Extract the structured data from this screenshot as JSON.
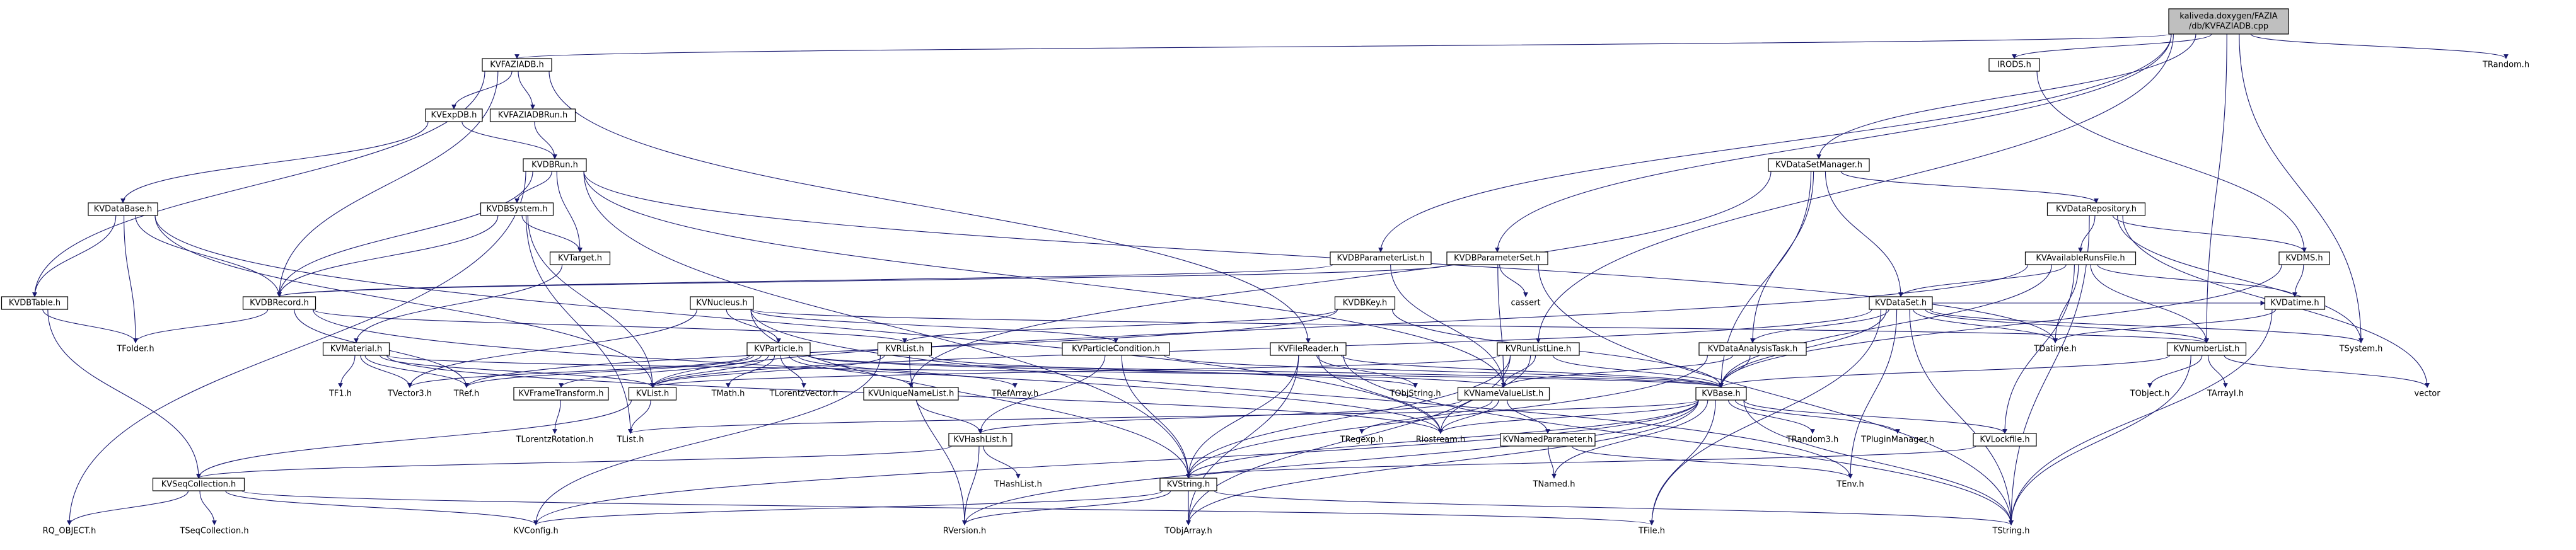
{
  "diagram": {
    "type": "include-dependency-graph",
    "root": "kaliveda.doxygen/FAZIA/db/KVFAZIADB.cpp",
    "colors": {
      "edge": "#191970",
      "root_fill": "#bfbfbf",
      "node_fill": "#ffffff",
      "text": "#000000"
    },
    "nodes": [
      {
        "id": "root",
        "label_lines": [
          "kaliveda.doxygen/FAZIA",
          "/db/KVFAZIADB.cpp"
        ],
        "root": true
      },
      {
        "id": "KVFAZIADB.h",
        "label_lines": [
          "KVFAZIADB.h"
        ]
      },
      {
        "id": "IRODS.h",
        "label_lines": [
          "IRODS.h"
        ]
      },
      {
        "id": "TRandom.h",
        "label_lines": [
          "TRandom.h"
        ],
        "leaf": true
      },
      {
        "id": "KVExpDB.h",
        "label_lines": [
          "KVExpDB.h"
        ]
      },
      {
        "id": "KVFAZIADBRun.h",
        "label_lines": [
          "KVFAZIADBRun.h"
        ]
      },
      {
        "id": "KVDBRun.h",
        "label_lines": [
          "KVDBRun.h"
        ]
      },
      {
        "id": "KVDataSetManager.h",
        "label_lines": [
          "KVDataSetManager.h"
        ]
      },
      {
        "id": "KVDataBase.h",
        "label_lines": [
          "KVDataBase.h"
        ]
      },
      {
        "id": "KVDBSystem.h",
        "label_lines": [
          "KVDBSystem.h"
        ]
      },
      {
        "id": "KVDataRepository.h",
        "label_lines": [
          "KVDataRepository.h"
        ]
      },
      {
        "id": "KVDBParameterList.h",
        "label_lines": [
          "KVDBParameterList.h"
        ]
      },
      {
        "id": "KVDBParameterSet.h",
        "label_lines": [
          "KVDBParameterSet.h"
        ]
      },
      {
        "id": "KVTarget.h",
        "label_lines": [
          "KVTarget.h"
        ]
      },
      {
        "id": "KVAvailableRunsFile.h",
        "label_lines": [
          "KVAvailableRunsFile.h"
        ]
      },
      {
        "id": "KVDMS.h",
        "label_lines": [
          "KVDMS.h"
        ]
      },
      {
        "id": "KVDBTable.h",
        "label_lines": [
          "KVDBTable.h"
        ]
      },
      {
        "id": "KVDBRecord.h",
        "label_lines": [
          "KVDBRecord.h"
        ]
      },
      {
        "id": "KVNucleus.h",
        "label_lines": [
          "KVNucleus.h"
        ]
      },
      {
        "id": "KVDBKey.h",
        "label_lines": [
          "KVDBKey.h"
        ]
      },
      {
        "id": "cassert",
        "label_lines": [
          "cassert"
        ],
        "leaf": true
      },
      {
        "id": "KVDataSet.h",
        "label_lines": [
          "KVDataSet.h"
        ]
      },
      {
        "id": "KVDatime.h",
        "label_lines": [
          "KVDatime.h"
        ]
      },
      {
        "id": "TFolder.h",
        "label_lines": [
          "TFolder.h"
        ],
        "leaf": true
      },
      {
        "id": "KVMaterial.h",
        "label_lines": [
          "KVMaterial.h"
        ]
      },
      {
        "id": "KVParticle.h",
        "label_lines": [
          "KVParticle.h"
        ]
      },
      {
        "id": "KVParticleCondition.h",
        "label_lines": [
          "KVParticleCondition.h"
        ]
      },
      {
        "id": "KVRList.h",
        "label_lines": [
          "KVRList.h"
        ]
      },
      {
        "id": "KVFileReader.h",
        "label_lines": [
          "KVFileReader.h"
        ]
      },
      {
        "id": "KVRunListLine.h",
        "label_lines": [
          "KVRunListLine.h"
        ]
      },
      {
        "id": "KVDataAnalysisTask.h",
        "label_lines": [
          "KVDataAnalysisTask.h"
        ]
      },
      {
        "id": "TDatime.h",
        "label_lines": [
          "TDatime.h"
        ],
        "leaf": true
      },
      {
        "id": "KVNumberList.h",
        "label_lines": [
          "KVNumberList.h"
        ]
      },
      {
        "id": "TSystem.h",
        "label_lines": [
          "TSystem.h"
        ],
        "leaf": true
      },
      {
        "id": "TF1.h",
        "label_lines": [
          "TF1.h"
        ],
        "leaf": true
      },
      {
        "id": "TVector3.h",
        "label_lines": [
          "TVector3.h"
        ],
        "leaf": true
      },
      {
        "id": "TRef.h",
        "label_lines": [
          "TRef.h"
        ],
        "leaf": true
      },
      {
        "id": "KVFrameTransform.h",
        "label_lines": [
          "KVFrameTransform.h"
        ]
      },
      {
        "id": "KVList.h",
        "label_lines": [
          "KVList.h"
        ]
      },
      {
        "id": "TMath.h",
        "label_lines": [
          "TMath.h"
        ],
        "leaf": true
      },
      {
        "id": "TLorentzVector.h",
        "label_lines": [
          "TLorentzVector.h"
        ],
        "leaf": true
      },
      {
        "id": "KVUniqueNameList.h",
        "label_lines": [
          "KVUniqueNameList.h"
        ]
      },
      {
        "id": "TRefArray.h",
        "label_lines": [
          "TRefArray.h"
        ],
        "leaf": true
      },
      {
        "id": "TObjString.h",
        "label_lines": [
          "TObjString.h"
        ],
        "leaf": true
      },
      {
        "id": "KVNameValueList.h",
        "label_lines": [
          "KVNameValueList.h"
        ]
      },
      {
        "id": "KVBase.h",
        "label_lines": [
          "KVBase.h"
        ]
      },
      {
        "id": "TObject.h",
        "label_lines": [
          "TObject.h"
        ],
        "leaf": true
      },
      {
        "id": "TArrayI.h",
        "label_lines": [
          "TArrayI.h"
        ],
        "leaf": true
      },
      {
        "id": "vector",
        "label_lines": [
          "vector"
        ],
        "leaf": true
      },
      {
        "id": "TLorentzRotation.h",
        "label_lines": [
          "TLorentzRotation.h"
        ],
        "leaf": true
      },
      {
        "id": "TList.h",
        "label_lines": [
          "TList.h"
        ],
        "leaf": true
      },
      {
        "id": "Riostream.h",
        "label_lines": [
          "Riostream.h"
        ],
        "leaf": true
      },
      {
        "id": "TRegexp.h",
        "label_lines": [
          "TRegexp.h"
        ],
        "leaf": true
      },
      {
        "id": "KVNamedParameter.h",
        "label_lines": [
          "KVNamedParameter.h"
        ]
      },
      {
        "id": "TRandom3.h",
        "label_lines": [
          "TRandom3.h"
        ],
        "leaf": true
      },
      {
        "id": "TPluginManager.h",
        "label_lines": [
          "TPluginManager.h"
        ],
        "leaf": true
      },
      {
        "id": "KVLockfile.h",
        "label_lines": [
          "KVLockfile.h"
        ]
      },
      {
        "id": "KVHashList.h",
        "label_lines": [
          "KVHashList.h"
        ]
      },
      {
        "id": "THashList.h",
        "label_lines": [
          "THashList.h"
        ],
        "leaf": true
      },
      {
        "id": "KVSeqCollection.h",
        "label_lines": [
          "KVSeqCollection.h"
        ]
      },
      {
        "id": "KVString.h",
        "label_lines": [
          "KVString.h"
        ]
      },
      {
        "id": "TNamed.h",
        "label_lines": [
          "TNamed.h"
        ],
        "leaf": true
      },
      {
        "id": "TEnv.h",
        "label_lines": [
          "TEnv.h"
        ],
        "leaf": true
      },
      {
        "id": "RQ_OBJECT.h",
        "label_lines": [
          "RQ_OBJECT.h"
        ],
        "leaf": true
      },
      {
        "id": "TSeqCollection.h",
        "label_lines": [
          "TSeqCollection.h"
        ],
        "leaf": true
      },
      {
        "id": "KVConfig.h",
        "label_lines": [
          "KVConfig.h"
        ],
        "leaf": true
      },
      {
        "id": "RVersion.h",
        "label_lines": [
          "RVersion.h"
        ],
        "leaf": true
      },
      {
        "id": "TObjArray.h",
        "label_lines": [
          "TObjArray.h"
        ],
        "leaf": true
      },
      {
        "id": "TFile.h",
        "label_lines": [
          "TFile.h"
        ],
        "leaf": true
      },
      {
        "id": "TString.h",
        "label_lines": [
          "TString.h"
        ],
        "leaf": true
      }
    ],
    "edges": [
      [
        "root",
        "KVFAZIADB.h"
      ],
      [
        "root",
        "IRODS.h"
      ],
      [
        "root",
        "TRandom.h"
      ],
      [
        "root",
        "KVDataSetManager.h"
      ],
      [
        "root",
        "KVDBParameterSet.h"
      ],
      [
        "root",
        "KVDBParameterList.h"
      ],
      [
        "root",
        "KVRunListLine.h"
      ],
      [
        "root",
        "TSystem.h"
      ],
      [
        "root",
        "KVNumberList.h"
      ],
      [
        "KVFAZIADB.h",
        "KVExpDB.h"
      ],
      [
        "KVFAZIADB.h",
        "KVFAZIADBRun.h"
      ],
      [
        "KVFAZIADB.h",
        "KVDBTable.h"
      ],
      [
        "KVFAZIADB.h",
        "KVDBRecord.h"
      ],
      [
        "KVFAZIADB.h",
        "KVFileReader.h"
      ],
      [
        "IRODS.h",
        "KVDMS.h"
      ],
      [
        "KVExpDB.h",
        "KVDBRun.h"
      ],
      [
        "KVExpDB.h",
        "KVDataBase.h"
      ],
      [
        "KVFAZIADBRun.h",
        "KVDBRun.h"
      ],
      [
        "KVDBRun.h",
        "KVDBSystem.h"
      ],
      [
        "KVDBRun.h",
        "KVDBRecord.h"
      ],
      [
        "KVDBRun.h",
        "KVTarget.h"
      ],
      [
        "KVDBRun.h",
        "KVNameValueList.h"
      ],
      [
        "KVDBRun.h",
        "TDatime.h"
      ],
      [
        "KVDBRun.h",
        "KVString.h"
      ],
      [
        "KVDBRun.h",
        "RQ_OBJECT.h"
      ],
      [
        "KVDataBase.h",
        "KVDBTable.h"
      ],
      [
        "KVDataBase.h",
        "KVDBRecord.h"
      ],
      [
        "KVDataBase.h",
        "TFolder.h"
      ],
      [
        "KVDataBase.h",
        "Riostream.h"
      ],
      [
        "KVDataBase.h",
        "KVList.h"
      ],
      [
        "KVDBSystem.h",
        "KVDBRecord.h"
      ],
      [
        "KVDBSystem.h",
        "KVTarget.h"
      ],
      [
        "KVDBSystem.h",
        "KVList.h"
      ],
      [
        "KVDBSystem.h",
        "TList.h"
      ],
      [
        "KVDataSetManager.h",
        "KVDataRepository.h"
      ],
      [
        "KVDataSetManager.h",
        "KVDataSet.h"
      ],
      [
        "KVDataSetManager.h",
        "KVDataAnalysisTask.h"
      ],
      [
        "KVDataSetManager.h",
        "KVUniqueNameList.h"
      ],
      [
        "KVDataSetManager.h",
        "KVBase.h"
      ],
      [
        "KVDataRepository.h",
        "KVAvailableRunsFile.h"
      ],
      [
        "KVDataRepository.h",
        "KVDMS.h"
      ],
      [
        "KVDataRepository.h",
        "TSystem.h"
      ],
      [
        "KVDataRepository.h",
        "vector"
      ],
      [
        "KVDataRepository.h",
        "TString.h"
      ],
      [
        "KVDBParameterList.h",
        "KVDBRecord.h"
      ],
      [
        "KVDBParameterList.h",
        "KVNameValueList.h"
      ],
      [
        "KVDBParameterSet.h",
        "KVDBRecord.h"
      ],
      [
        "KVDBParameterSet.h",
        "cassert"
      ],
      [
        "KVDBParameterSet.h",
        "KVNameValueList.h"
      ],
      [
        "KVDBParameterSet.h",
        "TString.h"
      ],
      [
        "KVTarget.h",
        "KVMaterial.h"
      ],
      [
        "KVAvailableRunsFile.h",
        "KVDataSet.h"
      ],
      [
        "KVAvailableRunsFile.h",
        "KVDatime.h"
      ],
      [
        "KVAvailableRunsFile.h",
        "KVNumberList.h"
      ],
      [
        "KVAvailableRunsFile.h",
        "KVBase.h"
      ],
      [
        "KVAvailableRunsFile.h",
        "KVLockfile.h"
      ],
      [
        "KVAvailableRunsFile.h",
        "TDatime.h"
      ],
      [
        "KVAvailableRunsFile.h",
        "KVList.h"
      ],
      [
        "KVDMS.h",
        "KVDatime.h"
      ],
      [
        "KVDMS.h",
        "KVBase.h"
      ],
      [
        "KVDBTable.h",
        "TFolder.h"
      ],
      [
        "KVDBTable.h",
        "KVSeqCollection.h"
      ],
      [
        "KVDBRecord.h",
        "TFolder.h"
      ],
      [
        "KVDBRecord.h",
        "KVRList.h"
      ],
      [
        "KVDBRecord.h",
        "TRef.h"
      ],
      [
        "KVDBRecord.h",
        "Riostream.h"
      ],
      [
        "KVNucleus.h",
        "KVParticle.h"
      ],
      [
        "KVNucleus.h",
        "KVParticleCondition.h"
      ],
      [
        "KVNucleus.h",
        "KVNumberList.h"
      ],
      [
        "KVNucleus.h",
        "TVector3.h"
      ],
      [
        "KVNucleus.h",
        "KVString.h"
      ],
      [
        "KVNucleus.h",
        "TEnv.h"
      ],
      [
        "KVDBKey.h",
        "KVRList.h"
      ],
      [
        "KVDBKey.h",
        "KVBase.h"
      ],
      [
        "KVDBKey.h",
        "TRef.h"
      ],
      [
        "KVDataSet.h",
        "KVDataAnalysisTask.h"
      ],
      [
        "KVDataSet.h",
        "KVNumberList.h"
      ],
      [
        "KVDataSet.h",
        "KVDatime.h"
      ],
      [
        "KVDataSet.h",
        "TDatime.h"
      ],
      [
        "KVDataSet.h",
        "KVBase.h"
      ],
      [
        "KVDataSet.h",
        "KVList.h"
      ],
      [
        "KVDataSet.h",
        "TSystem.h"
      ],
      [
        "KVDataSet.h",
        "TFile.h"
      ],
      [
        "KVDataSet.h",
        "TEnv.h"
      ],
      [
        "KVDataSet.h",
        "TString.h"
      ],
      [
        "KVDatime.h",
        "TDatime.h"
      ],
      [
        "KVDatime.h",
        "TString.h"
      ],
      [
        "KVMaterial.h",
        "TF1.h"
      ],
      [
        "KVMaterial.h",
        "TVector3.h"
      ],
      [
        "KVMaterial.h",
        "TRef.h"
      ],
      [
        "KVMaterial.h",
        "KVList.h"
      ],
      [
        "KVMaterial.h",
        "KVBase.h"
      ],
      [
        "KVMaterial.h",
        "Riostream.h"
      ],
      [
        "KVParticle.h",
        "TVector3.h"
      ],
      [
        "KVParticle.h",
        "TRef.h"
      ],
      [
        "KVParticle.h",
        "KVFrameTransform.h"
      ],
      [
        "KVParticle.h",
        "KVList.h"
      ],
      [
        "KVParticle.h",
        "TMath.h"
      ],
      [
        "KVParticle.h",
        "TLorentzVector.h"
      ],
      [
        "KVParticle.h",
        "KVUniqueNameList.h"
      ],
      [
        "KVParticle.h",
        "TRefArray.h"
      ],
      [
        "KVParticle.h",
        "KVNameValueList.h"
      ],
      [
        "KVParticle.h",
        "KVBase.h"
      ],
      [
        "KVParticleCondition.h",
        "KVBase.h"
      ],
      [
        "KVParticleCondition.h",
        "KVString.h"
      ],
      [
        "KVParticleCondition.h",
        "KVHashList.h"
      ],
      [
        "KVRList.h",
        "KVList.h"
      ],
      [
        "KVRList.h",
        "KVConfig.h"
      ],
      [
        "KVRList.h",
        "RVersion.h"
      ],
      [
        "KVRList.h",
        "TObjString.h"
      ],
      [
        "KVFileReader.h",
        "KVBase.h"
      ],
      [
        "KVFileReader.h",
        "TObjString.h"
      ],
      [
        "KVFileReader.h",
        "KVString.h"
      ],
      [
        "KVFileReader.h",
        "Riostream.h"
      ],
      [
        "KVFileReader.h",
        "TObjArray.h"
      ],
      [
        "KVFileReader.h",
        "TString.h"
      ],
      [
        "KVRunListLine.h",
        "KVNameValueList.h"
      ],
      [
        "KVRunListLine.h",
        "KVBase.h"
      ],
      [
        "KVRunListLine.h",
        "KVString.h"
      ],
      [
        "KVRunListLine.h",
        "Riostream.h"
      ],
      [
        "KVRunListLine.h",
        "KVList.h"
      ],
      [
        "KVRunListLine.h",
        "TObjArray.h"
      ],
      [
        "KVDataAnalysisTask.h",
        "KVBase.h"
      ],
      [
        "KVDataAnalysisTask.h",
        "KVString.h"
      ],
      [
        "KVDataAnalysisTask.h",
        "KVNameValueList.h"
      ],
      [
        "KVNumberList.h",
        "TObject.h"
      ],
      [
        "KVNumberList.h",
        "TArrayI.h"
      ],
      [
        "KVNumberList.h",
        "vector"
      ],
      [
        "KVNumberList.h",
        "TString.h"
      ],
      [
        "KVNumberList.h",
        "KVBase.h"
      ],
      [
        "KVFrameTransform.h",
        "TLorentzRotation.h"
      ],
      [
        "KVList.h",
        "TList.h"
      ],
      [
        "KVList.h",
        "KVSeqCollection.h"
      ],
      [
        "KVUniqueNameList.h",
        "KVHashList.h"
      ],
      [
        "KVNameValueList.h",
        "KVHashList.h"
      ],
      [
        "KVNameValueList.h",
        "TRegexp.h"
      ],
      [
        "KVNameValueList.h",
        "KVNamedParameter.h"
      ],
      [
        "KVNameValueList.h",
        "Riostream.h"
      ],
      [
        "KVBase.h",
        "KVString.h"
      ],
      [
        "KVBase.h",
        "TNamed.h"
      ],
      [
        "KVBase.h",
        "TRandom3.h"
      ],
      [
        "KVBase.h",
        "TPluginManager.h"
      ],
      [
        "KVBase.h",
        "KVLockfile.h"
      ],
      [
        "KVBase.h",
        "KVConfig.h"
      ],
      [
        "KVBase.h",
        "RVersion.h"
      ],
      [
        "KVBase.h",
        "TFile.h"
      ],
      [
        "KVBase.h",
        "TString.h"
      ],
      [
        "KVBase.h",
        "TList.h"
      ],
      [
        "KVBase.h",
        "Riostream.h"
      ],
      [
        "KVBase.h",
        "TObjArray.h"
      ],
      [
        "KVNamedParameter.h",
        "TNamed.h"
      ],
      [
        "KVNamedParameter.h",
        "TEnv.h"
      ],
      [
        "KVLockfile.h",
        "KVString.h"
      ],
      [
        "KVHashList.h",
        "THashList.h"
      ],
      [
        "KVHashList.h",
        "KVSeqCollection.h"
      ],
      [
        "KVHashList.h",
        "RVersion.h"
      ],
      [
        "KVSeqCollection.h",
        "RQ_OBJECT.h"
      ],
      [
        "KVSeqCollection.h",
        "TSeqCollection.h"
      ],
      [
        "KVSeqCollection.h",
        "KVConfig.h"
      ],
      [
        "KVSeqCollection.h",
        "TFile.h"
      ],
      [
        "KVString.h",
        "KVConfig.h"
      ],
      [
        "KVString.h",
        "RVersion.h"
      ],
      [
        "KVString.h",
        "TObjArray.h"
      ],
      [
        "KVString.h",
        "TString.h"
      ]
    ]
  }
}
